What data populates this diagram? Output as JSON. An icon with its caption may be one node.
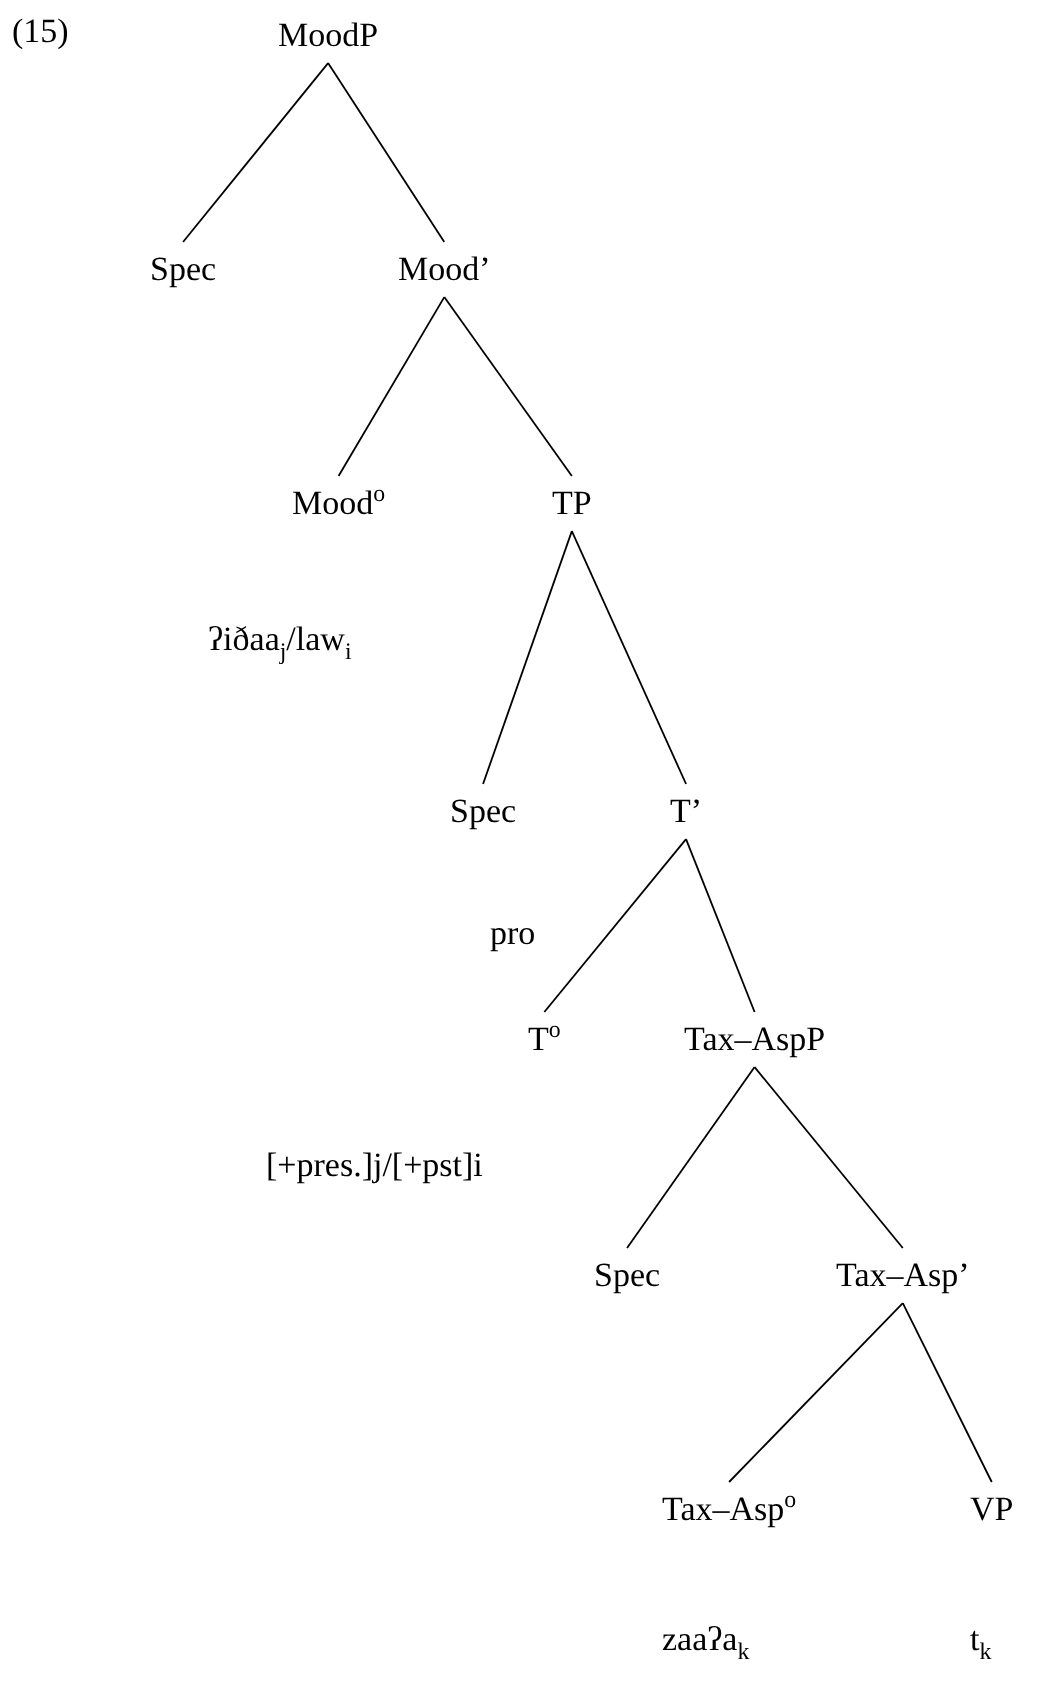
{
  "diagram": {
    "nodes": [
      {
        "text": [
          "MoodP"
        ]
      },
      {
        "text": [
          "Spec"
        ]
      },
      {
        "text": [
          "Mood’"
        ]
      },
      {
        "text": [
          "Mood$^{o}$"
        ],
        "beside": [
          "ʔiðaa$_{j}$/law$_{i}$"
        ]
      },
      {
        "text": [
          "TP"
        ]
      },
      {
        "text": [
          "Spec"
        ],
        "beside": [
          "pro"
        ]
      },
      {
        "text": [
          "T’"
        ]
      },
      {
        "text": [
          "T$^{o}$"
        ],
        "beside": [
          "[+pres.]j/[+pst]i"
        ]
      },
      {
        "text": [
          "Tax–AspP"
        ]
      },
      {
        "text": [
          "Spec"
        ]
      },
      {
        "text": [
          "Tax–Asp’"
        ]
      },
      {
        "text": [
          "Tax–Asp$^{o}$"
        ],
        "beside": [
          "zaaʔa$_{k}$"
        ]
      },
      {
        "text": [
          "VP"
        ],
        "beside": [
          "t$_{k}$"
        ]
      }
    ],
    "edges": [
      {
        "from": 0,
        "to": 1,
        "arrow": "none"
      },
      {
        "from": 0,
        "to": 2,
        "arrow": "none"
      },
      {
        "from": 2,
        "to": 3,
        "arrow": "none"
      },
      {
        "from": 2,
        "to": 4,
        "arrow": "none"
      },
      {
        "from": 4,
        "to": 5,
        "arrow": "none"
      },
      {
        "from": 4,
        "to": 6,
        "arrow": "none"
      },
      {
        "from": 6,
        "to": 7,
        "arrow": "none"
      },
      {
        "from": 6,
        "to": 8,
        "arrow": "none"
      },
      {
        "from": 8,
        "to": 9,
        "arrow": "none"
      },
      {
        "from": 8,
        "to": 10,
        "arrow": "none"
      },
      {
        "from": 10,
        "to": 11,
        "arrow": "none"
      },
      {
        "from": 10,
        "to": 12,
        "arrow": "none"
      }
    ],
    "labels": [
      "(15)"
    ]
  }
}
